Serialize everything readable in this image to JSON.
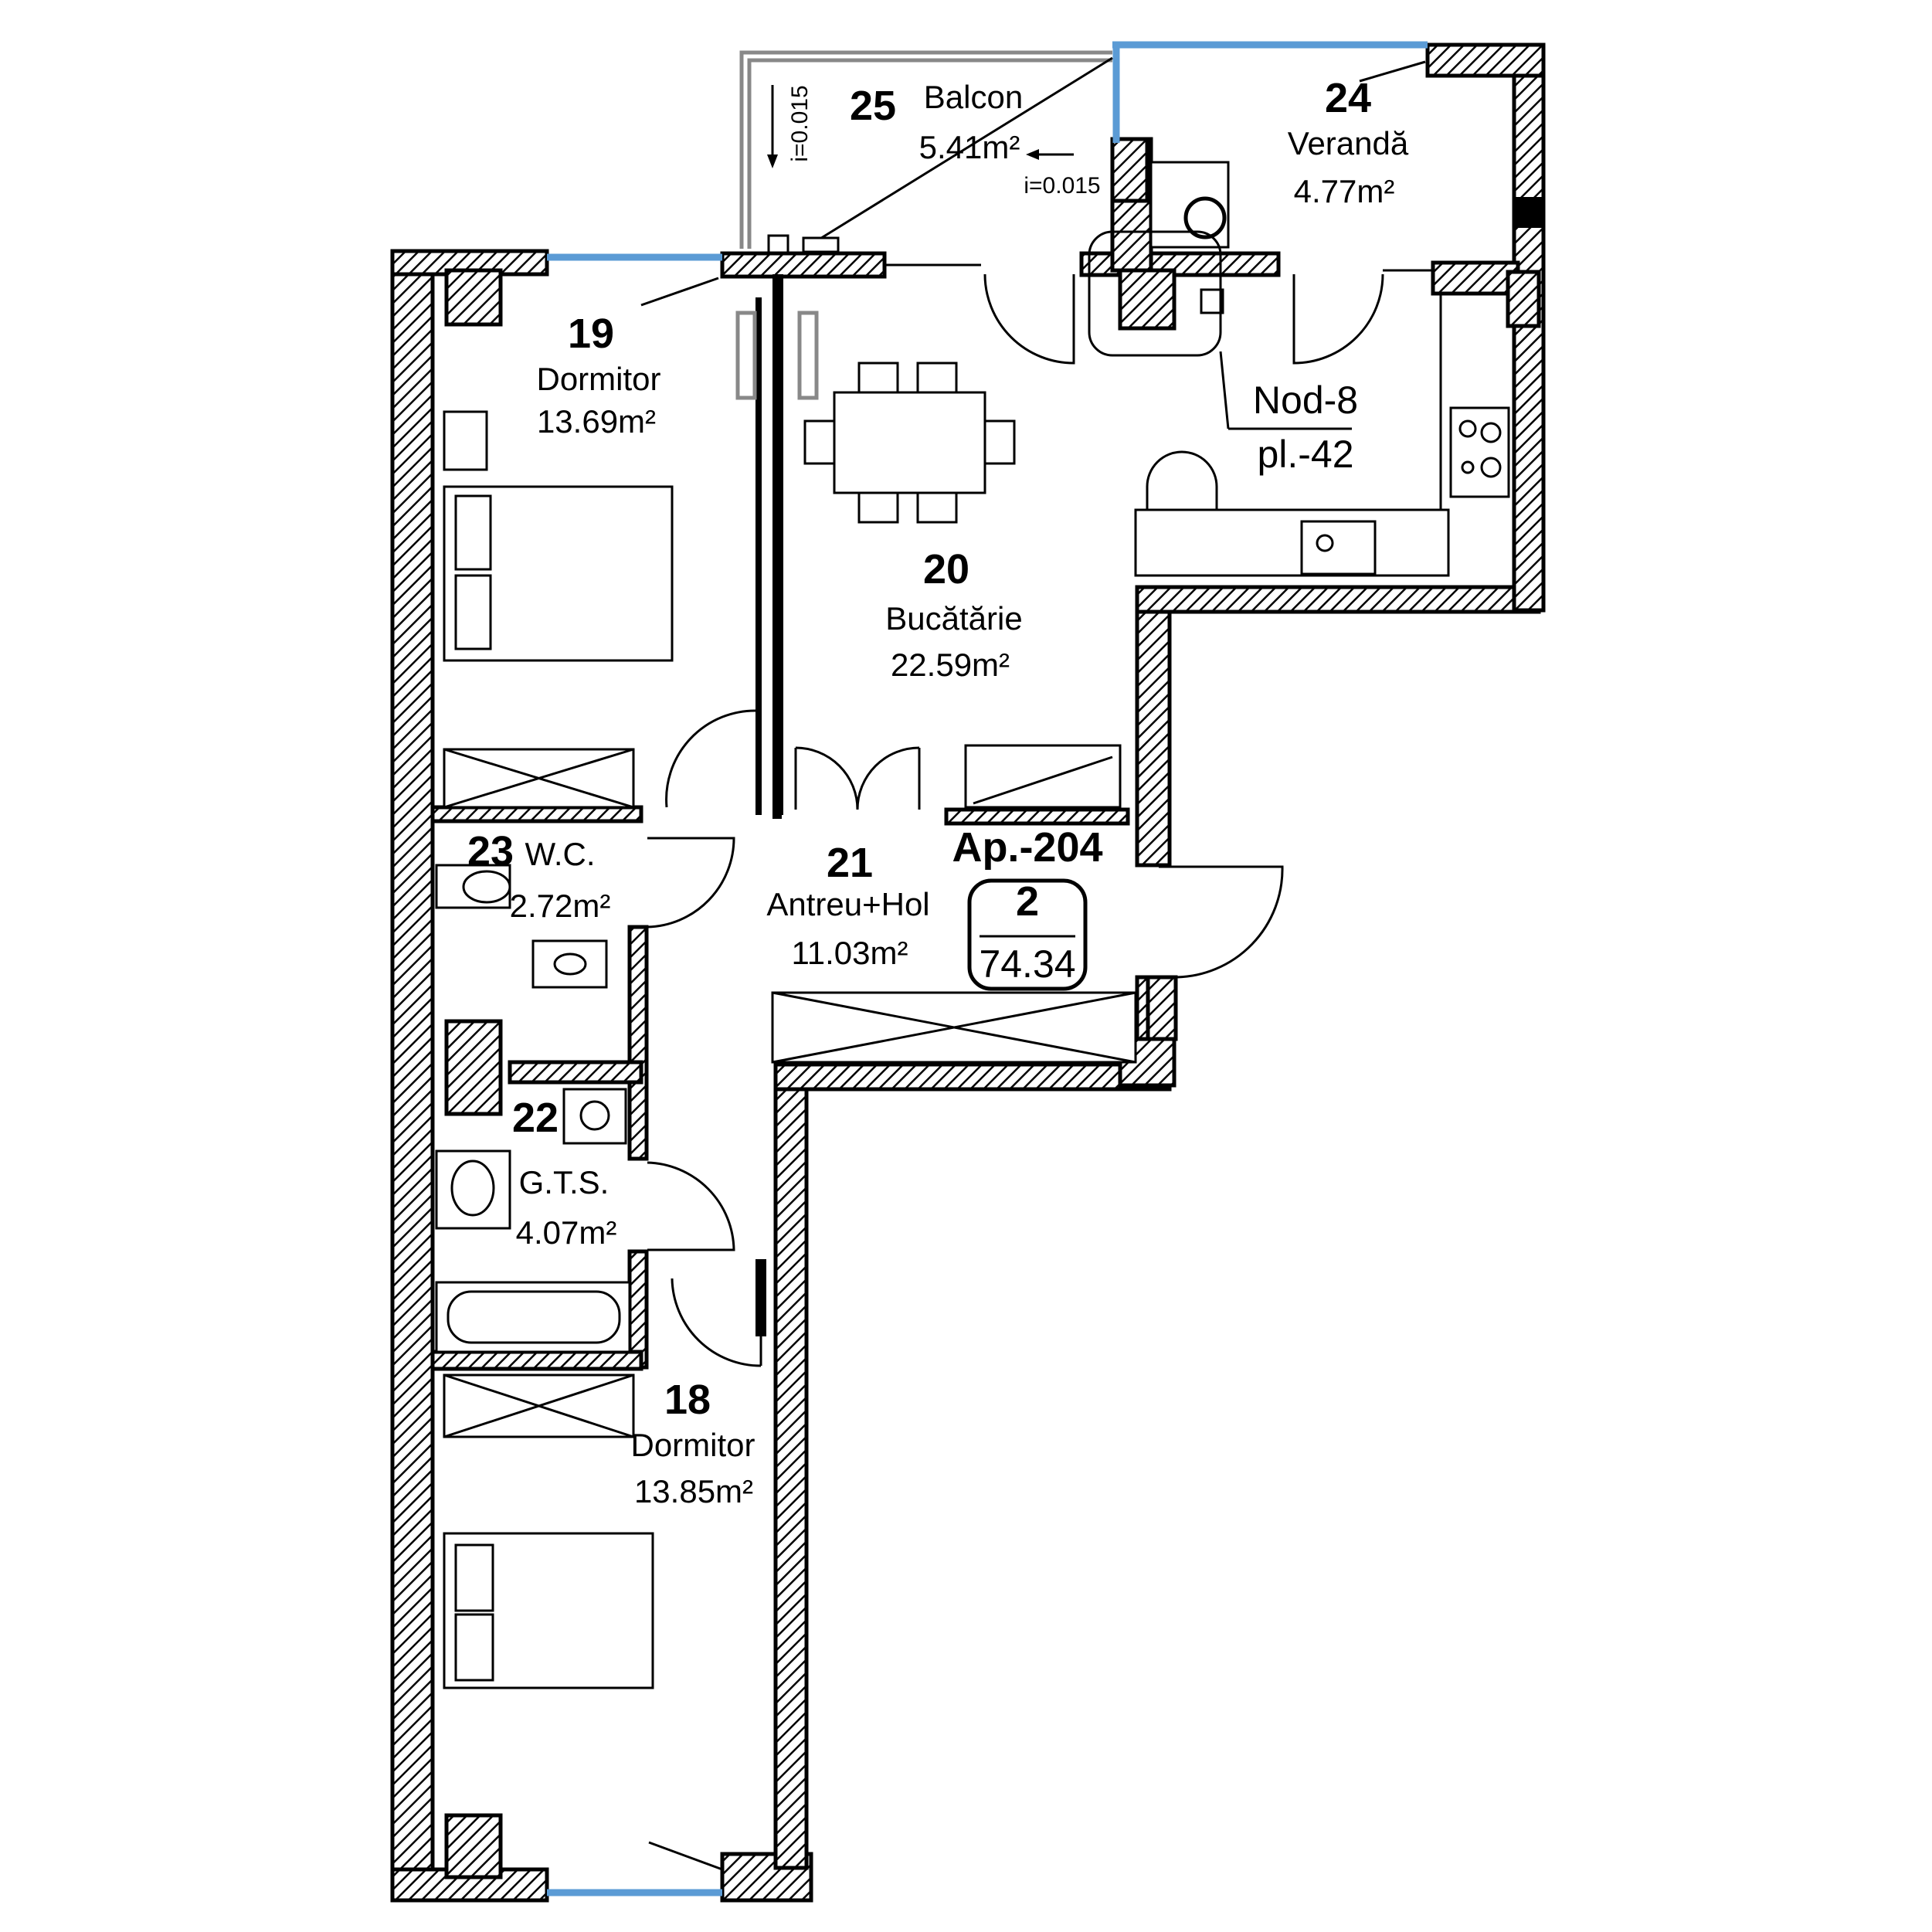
{
  "apartment": {
    "label": "Ap.-204",
    "rooms_count": "2",
    "total_area": "74.34"
  },
  "node": {
    "label": "Nod-8",
    "plan": "pl.-42"
  },
  "slopes": {
    "balcony_vertical": "i=0.015",
    "balcony_horizontal": "i=0.015"
  },
  "rooms": [
    {
      "id": "room-25",
      "number": "25",
      "name": "Balcon",
      "area": "5.41m²"
    },
    {
      "id": "room-24",
      "number": "24",
      "name": "Verandă",
      "area": "4.77m²"
    },
    {
      "id": "room-19",
      "number": "19",
      "name": "Dormitor",
      "area": "13.69m²"
    },
    {
      "id": "room-20",
      "number": "20",
      "name": "Bucătărie",
      "area": "22.59m²"
    },
    {
      "id": "room-23",
      "number": "23",
      "name": "W.C.",
      "area": "2.72m²"
    },
    {
      "id": "room-21",
      "number": "21",
      "name": "Antreu+Hol",
      "area": "11.03m²"
    },
    {
      "id": "room-22",
      "number": "22",
      "name": "G.T.S.",
      "area": "4.07m²"
    },
    {
      "id": "room-18",
      "number": "18",
      "name": "Dormitor",
      "area": "13.85m²"
    }
  ],
  "colors": {
    "wall": "#000000",
    "glazing": "#5b9bd5",
    "railing": "#888888"
  }
}
